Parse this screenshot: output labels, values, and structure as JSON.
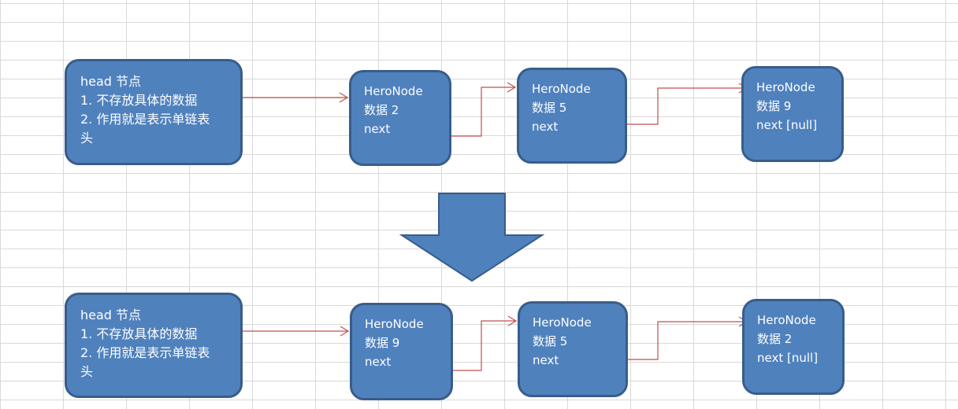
{
  "colors": {
    "node_fill": "#4f81bd",
    "node_border": "#385d8a",
    "connector": "#c0504d",
    "arrow_fill": "#4f81bd",
    "grid_line": "#d9d9d9"
  },
  "top": {
    "head": {
      "line1": "head 节点",
      "line2": "1. 不存放具体的数据",
      "line3": "2. 作用就是表示单链表",
      "line4": "头"
    },
    "nodes": [
      {
        "name": "HeroNode",
        "data": "数据 2",
        "next": "next"
      },
      {
        "name": "HeroNode",
        "data": "数据 5",
        "next": "next"
      },
      {
        "name": "HeroNode",
        "data": "数据 9",
        "next": "next [null]"
      }
    ]
  },
  "bottom": {
    "head": {
      "line1": "head 节点",
      "line2": "1. 不存放具体的数据",
      "line3": "2. 作用就是表示单链表",
      "line4": "头"
    },
    "nodes": [
      {
        "name": "HeroNode",
        "data": "数据 9",
        "next": "next"
      },
      {
        "name": "HeroNode",
        "data": "数据 5",
        "next": "next"
      },
      {
        "name": "HeroNode",
        "data": "数据 2",
        "next": "next [null]"
      }
    ]
  },
  "transform_arrow": {
    "icon": "down-arrow-icon"
  }
}
